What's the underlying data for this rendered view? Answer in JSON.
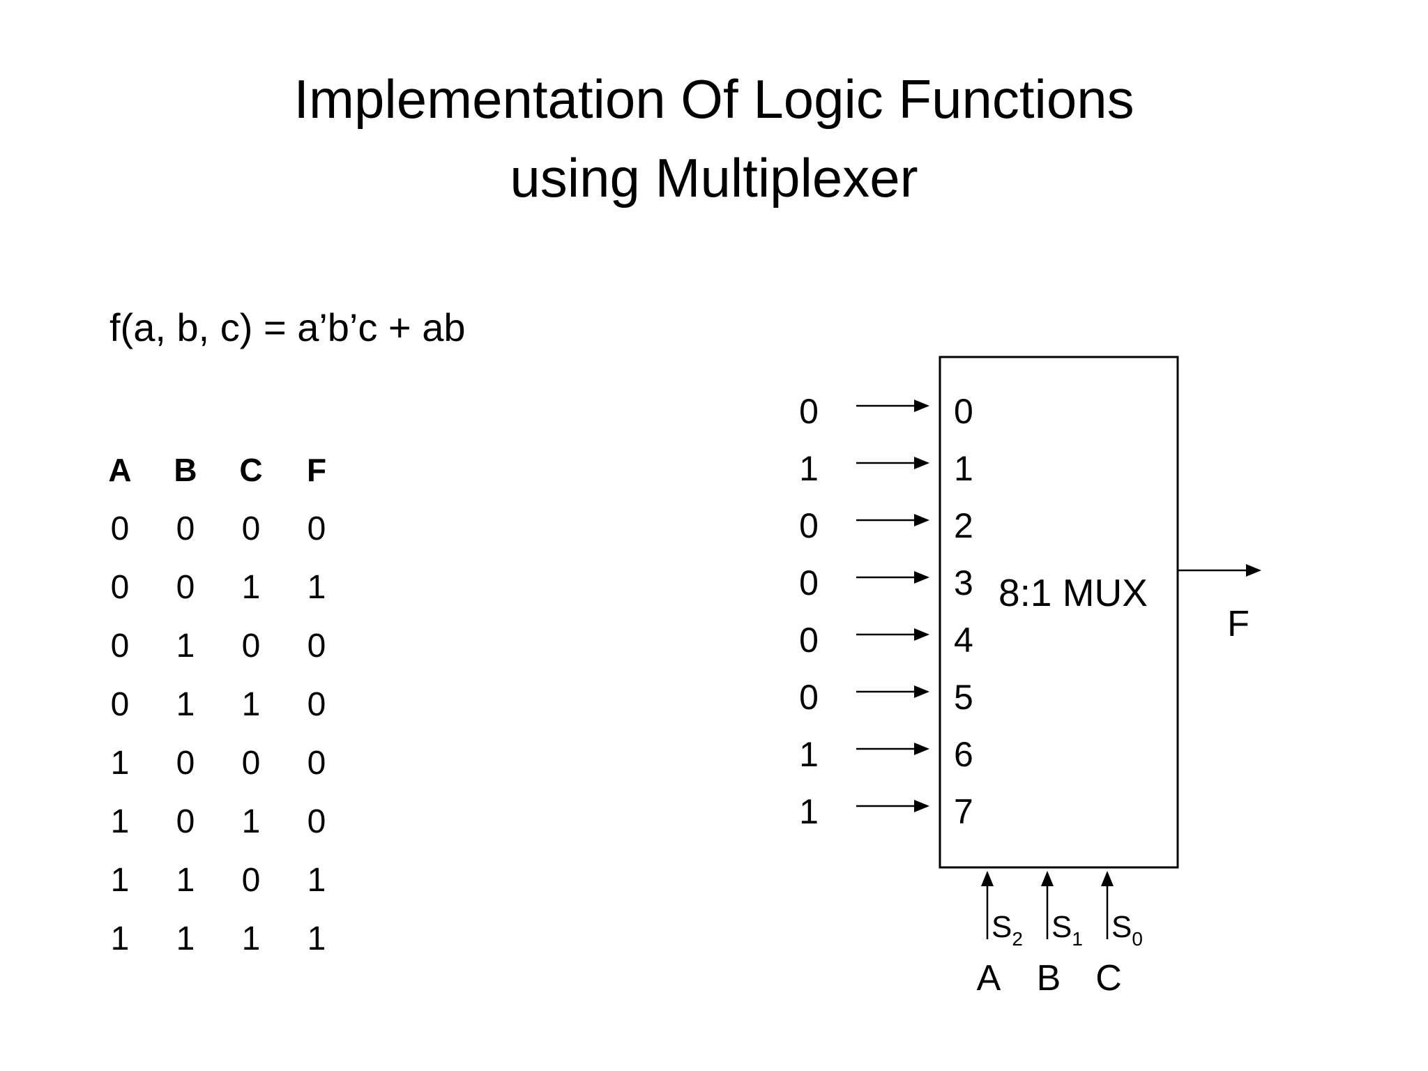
{
  "slide": {
    "title_line1": "Implementation Of Logic Functions",
    "title_line2": "using Multiplexer",
    "formula": "f(a, b, c) = a’b’c + ab"
  },
  "truth_table": {
    "headers": [
      "A",
      "B",
      "C",
      "F"
    ],
    "rows": [
      [
        "0",
        "0",
        "0",
        "0"
      ],
      [
        "0",
        "0",
        "1",
        "1"
      ],
      [
        "0",
        "1",
        "0",
        "0"
      ],
      [
        "0",
        "1",
        "1",
        "0"
      ],
      [
        "1",
        "0",
        "0",
        "0"
      ],
      [
        "1",
        "0",
        "1",
        "0"
      ],
      [
        "1",
        "1",
        "0",
        "1"
      ],
      [
        "1",
        "1",
        "1",
        "1"
      ]
    ]
  },
  "mux": {
    "label": "8:1 MUX",
    "output_label": "F",
    "inputs": [
      {
        "value": "0",
        "port": "0"
      },
      {
        "value": "1",
        "port": "1"
      },
      {
        "value": "0",
        "port": "2"
      },
      {
        "value": "0",
        "port": "3"
      },
      {
        "value": "0",
        "port": "4"
      },
      {
        "value": "0",
        "port": "5"
      },
      {
        "value": "1",
        "port": "6"
      },
      {
        "value": "1",
        "port": "7"
      }
    ],
    "selects": [
      {
        "name": "S",
        "sub": "2",
        "signal": "A"
      },
      {
        "name": "S",
        "sub": "1",
        "signal": "B"
      },
      {
        "name": "S",
        "sub": "0",
        "signal": "C"
      }
    ]
  },
  "colors": {
    "ink": "#000000",
    "background": "#ffffff"
  }
}
